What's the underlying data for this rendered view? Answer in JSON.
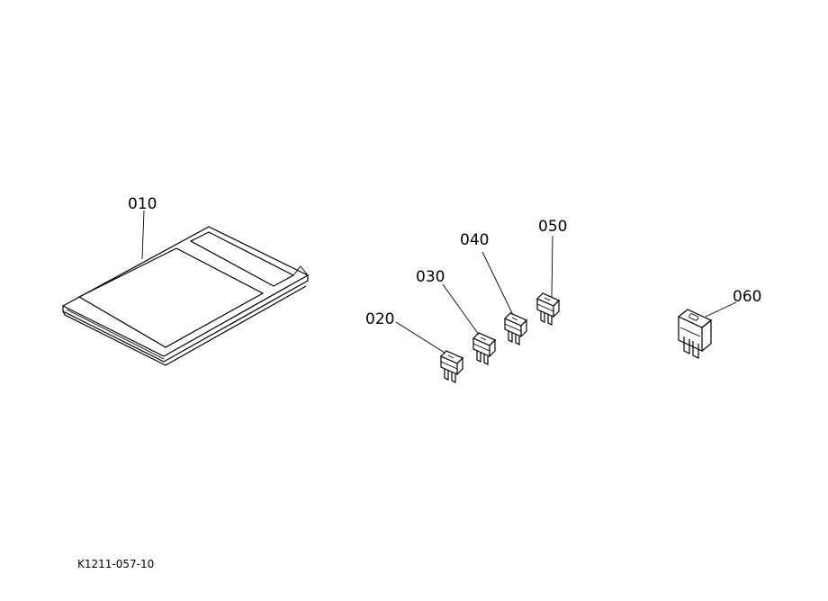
{
  "diagram": {
    "drawing_code": "K1211-057-10",
    "parts": [
      {
        "id": "010",
        "label": "010"
      },
      {
        "id": "020",
        "label": "020"
      },
      {
        "id": "030",
        "label": "030"
      },
      {
        "id": "040",
        "label": "040"
      },
      {
        "id": "050",
        "label": "050"
      },
      {
        "id": "060",
        "label": "060"
      }
    ]
  }
}
